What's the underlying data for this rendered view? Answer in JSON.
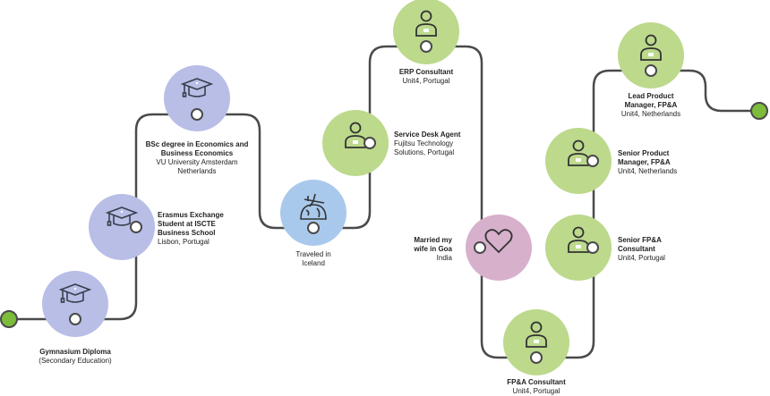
{
  "colors": {
    "education": "#b8bee6",
    "travel": "#a9c9ec",
    "work": "#bcd98c",
    "personal": "#d7b0cc",
    "line": "#4a4a4a",
    "endpoint": "#7cbc3a"
  },
  "milestones": [
    {
      "title": "Gymnasium Diploma",
      "sub": "(Secondary Education)",
      "icon": "graduation-cap-icon"
    },
    {
      "title": "Erasmus Exchange Student at ISCTE Business School",
      "sub": "Lisbon, Portugal",
      "icon": "graduation-cap-icon"
    },
    {
      "title": "BSc degree in Economics and Business Economics",
      "sub": "VU University Amsterdam Netherlands",
      "icon": "graduation-cap-icon"
    },
    {
      "title": "",
      "sub": "Traveled in Iceland",
      "icon": "plane-globe-icon"
    },
    {
      "title": "Service Desk Agent",
      "sub": "Fujitsu Technology Solutions, Portugal",
      "icon": "person-briefcase-icon"
    },
    {
      "title": "ERP Consultant",
      "sub": "Unit4, Portugal",
      "icon": "person-briefcase-icon"
    },
    {
      "title": "Married my wife in Goa",
      "sub": "India",
      "icon": "heart-icon"
    },
    {
      "title": "FP&A Consultant",
      "sub": "Unit4, Portugal",
      "icon": "person-briefcase-icon"
    },
    {
      "title": "Senior FP&A Consultant",
      "sub": "Unit4, Portugal",
      "icon": "person-briefcase-icon"
    },
    {
      "title": "Senior Product Manager, FP&A",
      "sub": "Unit4, Netherlands",
      "icon": "person-briefcase-icon"
    },
    {
      "title": "Lead Product Manager, FP&A",
      "sub": "Unit4, Netherlands",
      "icon": "person-briefcase-icon"
    }
  ]
}
